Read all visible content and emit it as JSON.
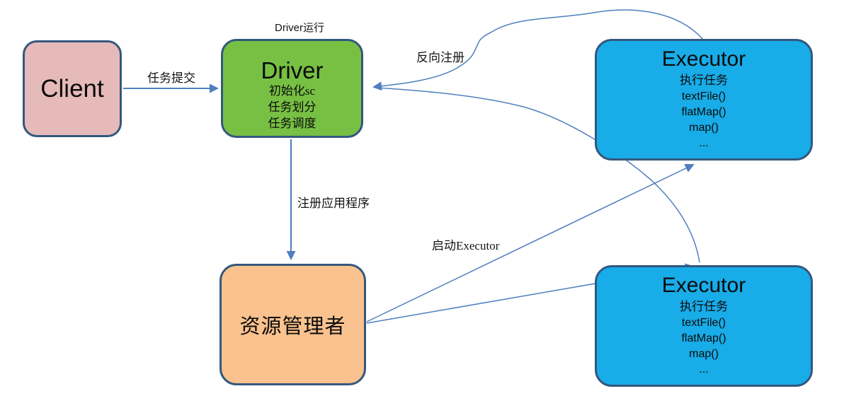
{
  "diagram": {
    "nodes": {
      "client": {
        "title": "Client"
      },
      "driver": {
        "caption": "Driver运行",
        "title": "Driver",
        "lines": [
          "初始化sc",
          "任务划分",
          "任务调度"
        ]
      },
      "executor_top": {
        "title": "Executor",
        "lines": [
          "执行任务",
          "textFile()",
          "flatMap()",
          "map()",
          "..."
        ]
      },
      "executor_bottom": {
        "title": "Executor",
        "lines": [
          "执行任务",
          "textFile()",
          "flatMap()",
          "map()",
          "..."
        ]
      },
      "resource_manager": {
        "title": "资源管理者"
      }
    },
    "edge_labels": {
      "task_submit": "任务提交",
      "register_app": "注册应用程序",
      "reverse_register": "反向注册",
      "launch_executor": "启动Executor"
    },
    "colors": {
      "client_fill": "#E7BABA",
      "driver_fill": "#77C043",
      "executor_fill": "#18ACE8",
      "resource_fill": "#F9C28E",
      "node_border": "#34587E",
      "arrow": "#4E7FBF"
    }
  }
}
